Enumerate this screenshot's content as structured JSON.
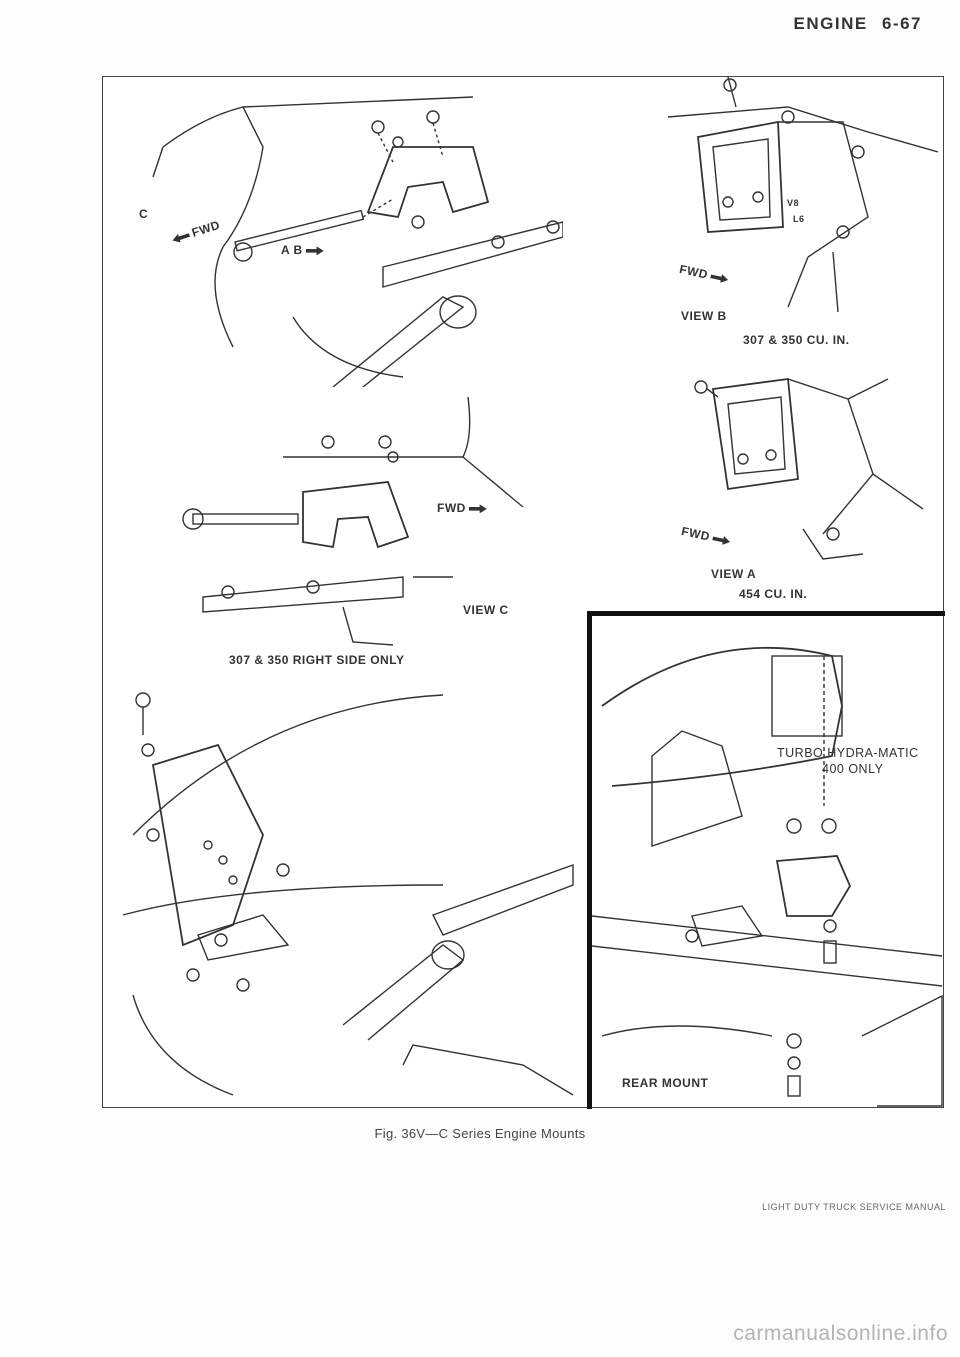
{
  "header": {
    "section": "ENGINE",
    "page": "6-67"
  },
  "figure": {
    "labels": {
      "fwd": "FWD",
      "a_b": "A B",
      "c": "C",
      "view_b": "VIEW B",
      "view_b_caption": "307 & 350 CU. IN.",
      "view_a": "VIEW A",
      "view_a_caption": "454 CU. IN.",
      "view_c": "VIEW C",
      "view_c_caption": "307 & 350 RIGHT SIDE ONLY",
      "turbo_line1": "TURBO HYDRA-MATIC",
      "turbo_line2": "400 ONLY",
      "rear_mount": "REAR MOUNT",
      "v8_tag": "V8",
      "l6_tag": "L6"
    },
    "caption": "Fig. 36V—C Series Engine Mounts"
  },
  "footer": {
    "manual": "LIGHT DUTY TRUCK SERVICE MANUAL"
  },
  "watermark": {
    "text": "carmanualsonline.info"
  }
}
